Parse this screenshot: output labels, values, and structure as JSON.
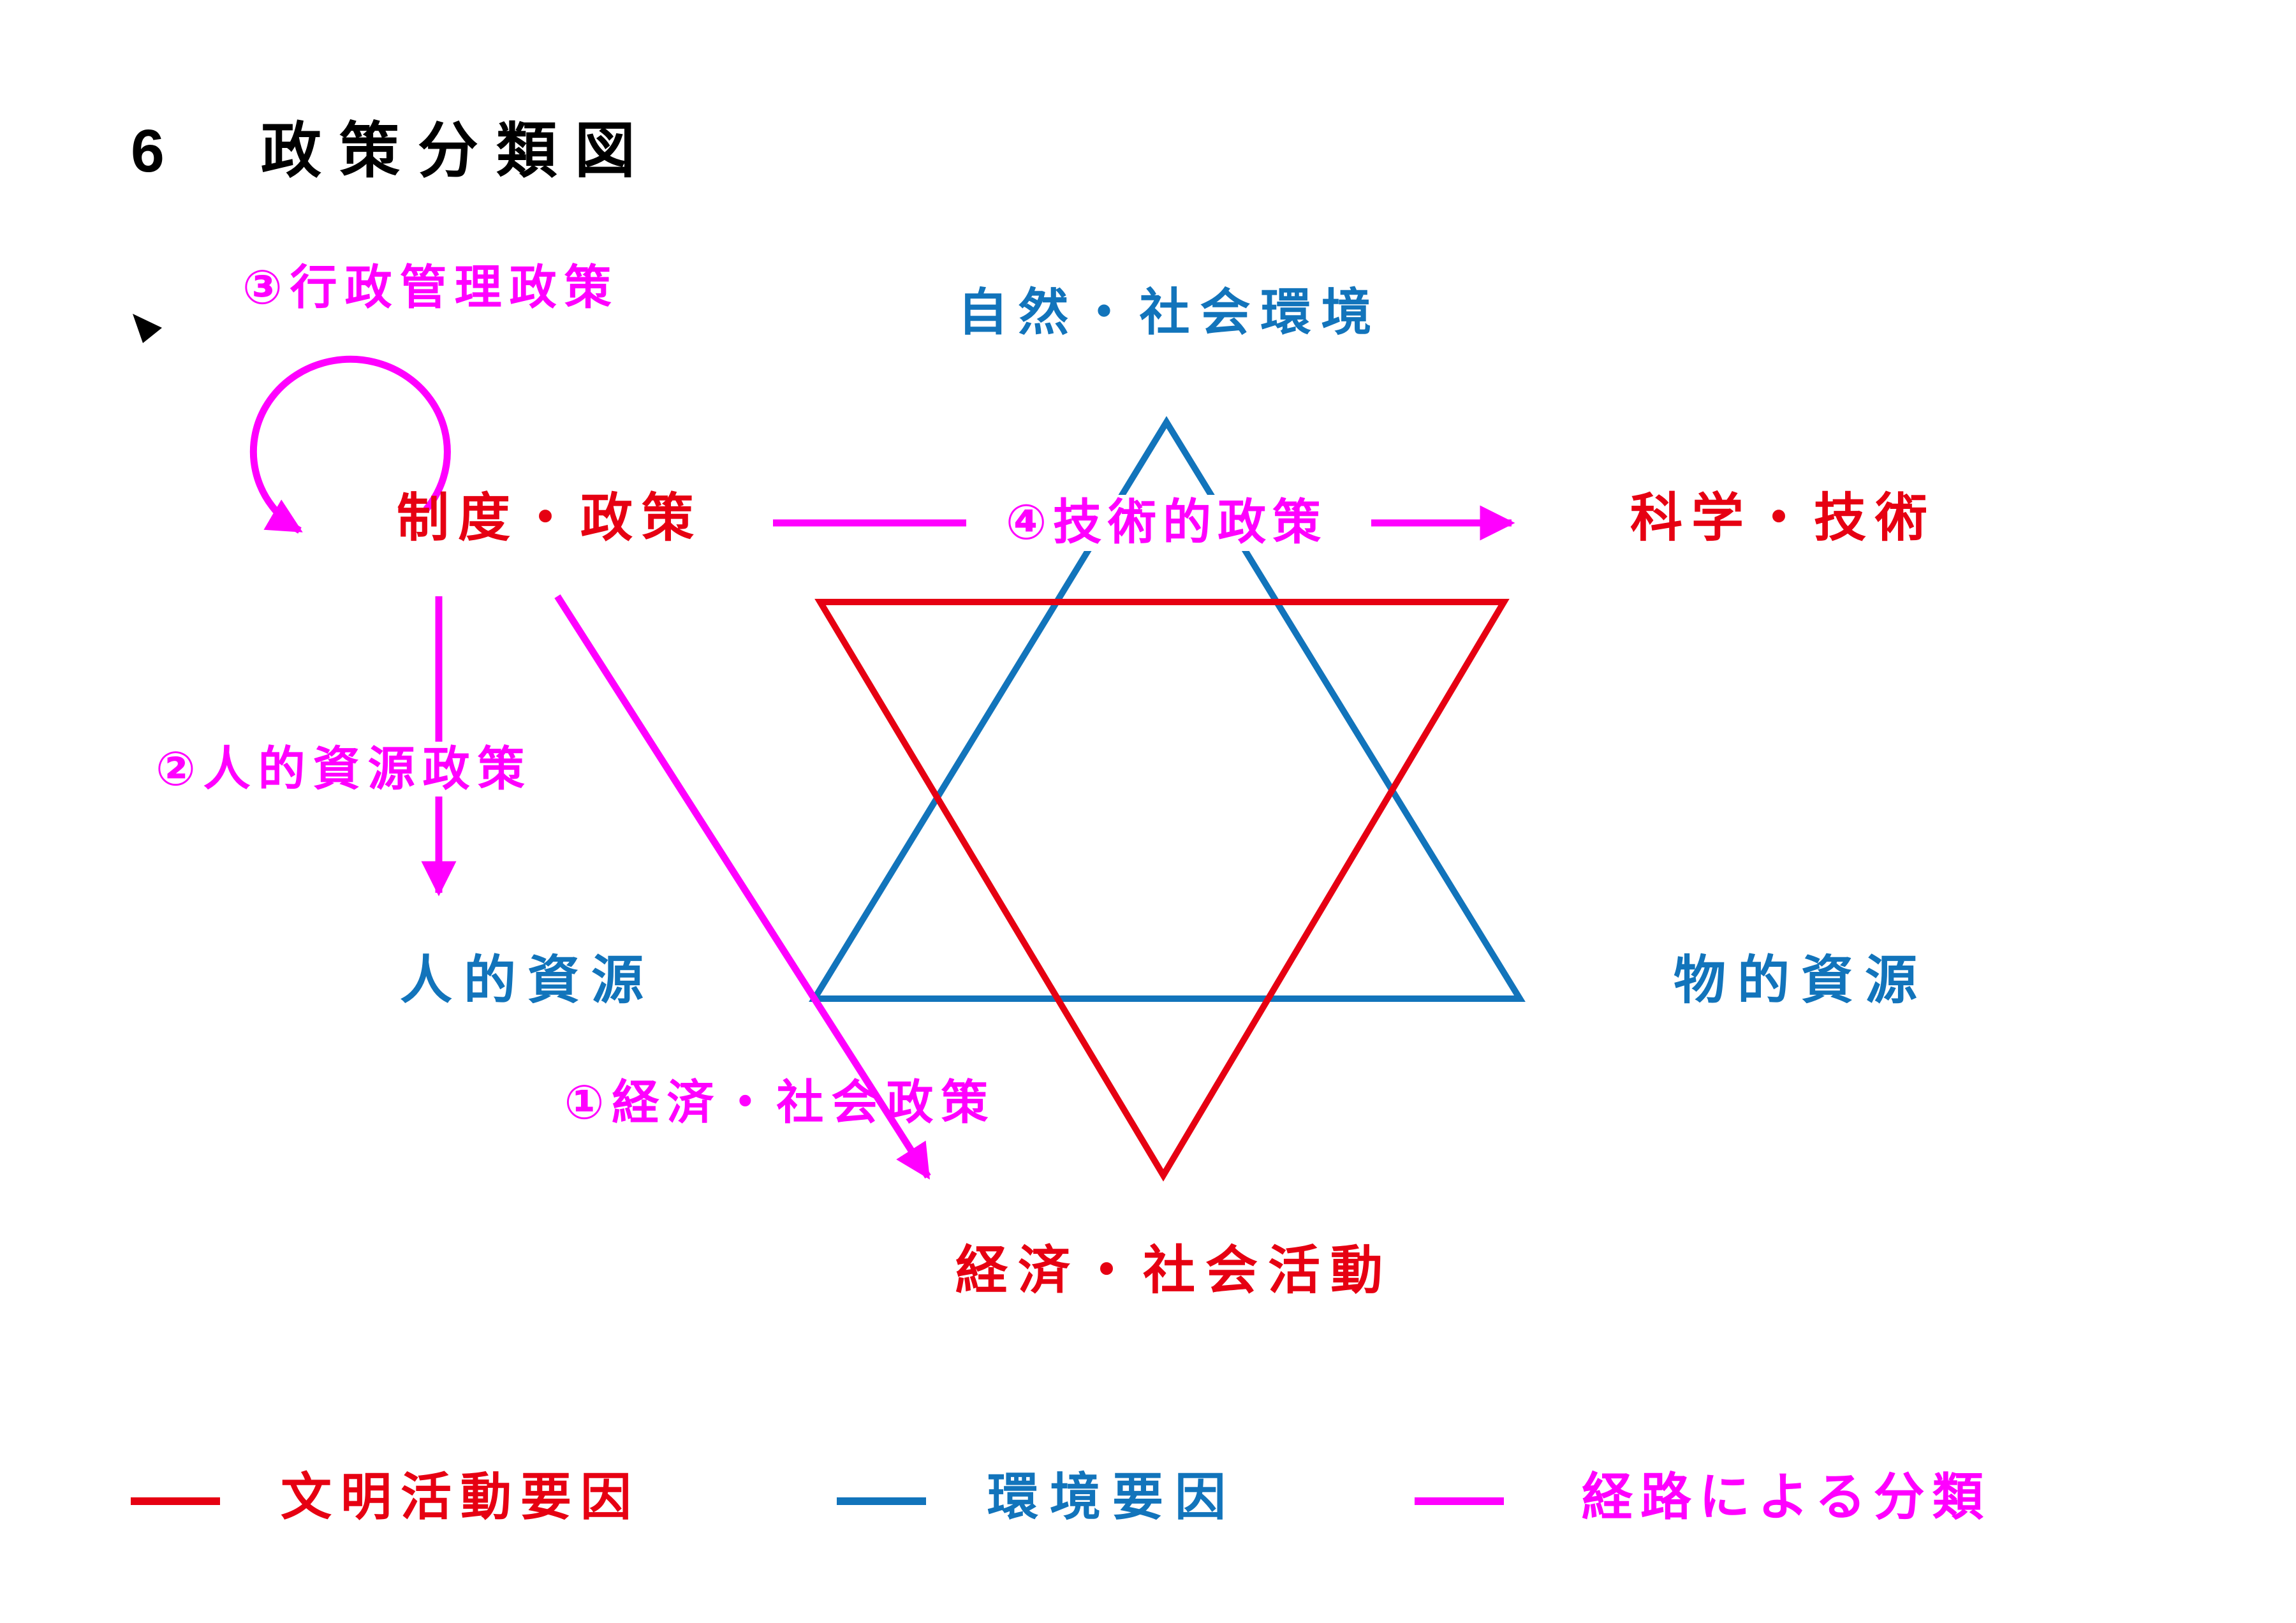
{
  "title": "6　政策分類図",
  "colors": {
    "red": "#e60012",
    "blue": "#1274bb",
    "magenta": "#ff00ff",
    "black": "#000000"
  },
  "nodes": {
    "environment": "自然・社会環境",
    "institution_policy": "制度・政策",
    "science_technology": "科学・技術",
    "human_resources": "人的資源",
    "material_resources": "物的資源",
    "economic_social_activity": "経済・社会活動"
  },
  "policies": {
    "p1": "①経済・社会政策",
    "p2": "②人的資源政策",
    "p3": "③行政管理政策",
    "p4": "④技術的政策"
  },
  "legend": {
    "civilization": {
      "label": "文明活動要因",
      "color": "#e60012"
    },
    "environment": {
      "label": "環境要因",
      "color": "#1274bb"
    },
    "route": {
      "label": "経路による分類",
      "color": "#ff00ff"
    }
  }
}
